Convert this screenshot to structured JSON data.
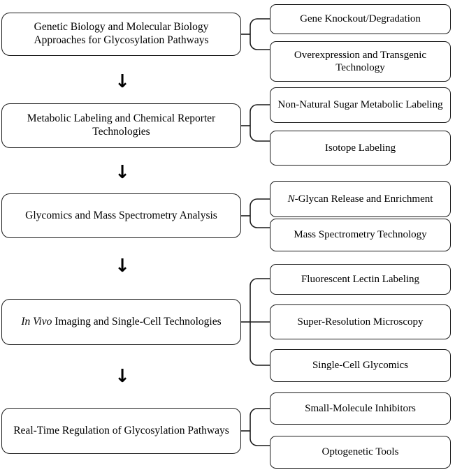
{
  "diagram": {
    "type": "bracketed-hierarchy-flowchart",
    "title": "Genetic Biology and Molecular Biology Approaches for Glycosylation Pathways",
    "arrow_glyph": "↓",
    "arrow_name": "down-arrow-icon",
    "colors": {
      "stroke": "#1a1a1a",
      "background": "#ffffff",
      "text": "#000000"
    },
    "stages": [
      {
        "id": "stage-1",
        "main": "Genetic Biology and Molecular Biology Approaches for Glycosylation Pathways",
        "subs": [
          "Gene Knockout/Degradation",
          "Overexpression and Transgenic Technology"
        ]
      },
      {
        "id": "stage-2",
        "main": "Metabolic Labeling and Chemical Reporter Technologies",
        "subs": [
          "Non-Natural Sugar Metabolic Labeling",
          "Isotope Labeling"
        ]
      },
      {
        "id": "stage-3",
        "main": "Glycomics and Mass Spectrometry Analysis",
        "subs": [
          "N-Glycan Release and Enrichment",
          "Mass Spectrometry Technology"
        ]
      },
      {
        "id": "stage-4",
        "main": "In Vivo Imaging and Single-Cell Technologies",
        "subs": [
          "Fluorescent Lectin Labeling",
          "Super-Resolution Microscopy",
          "Single-Cell Glycomics"
        ]
      },
      {
        "id": "stage-5",
        "main": "Real-Time Regulation of Glycosylation Pathways",
        "subs": [
          "Small-Molecule Inhibitors",
          "Optogenetic Tools"
        ]
      }
    ]
  }
}
